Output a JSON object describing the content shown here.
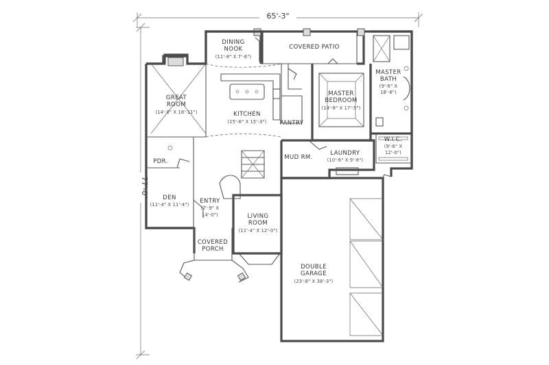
{
  "overall": {
    "width_dim": "65'-3\"",
    "depth_dim": "77'-0\""
  },
  "rooms": {
    "dining_nook": {
      "name1": "DINING",
      "name2": "NOOK",
      "dims": "(11'-8\" X 7'-6\")"
    },
    "covered_patio": {
      "name": "COVERED PATIO"
    },
    "great_room": {
      "name1": "GREAT",
      "name2": "ROOM",
      "dims": "(14'-0\" X 18'-11\")"
    },
    "kitchen": {
      "name": "KITCHEN",
      "dims": "(15'-6\" X 15'-3\")"
    },
    "master_bedroom": {
      "name1": "MASTER",
      "name2": "BEDROOM",
      "dims": "(14'-8\" X 17'-5\")"
    },
    "master_bath": {
      "name1": "MASTER",
      "name2": "BATH",
      "dims1": "(9'-6\" X",
      "dims2": "18'-6\")"
    },
    "pantry": {
      "name": "PANTRY"
    },
    "wic": {
      "name": "W.I.C.",
      "dims1": "(9'-6\" X",
      "dims2": "12'-0\")"
    },
    "laundry": {
      "name": "LAUNDRY",
      "dims": "(10'-6\" X 9'-8\")"
    },
    "mud_rm": {
      "name": "MUD RM."
    },
    "pdr": {
      "name": "PDR."
    },
    "den": {
      "name": "DEN",
      "dims": "(11'-4\" X 11'-4\")"
    },
    "entry": {
      "name": "ENTRY",
      "dims1": "(7'-9\" X",
      "dims2": "14'-0\")"
    },
    "living_room": {
      "name1": "LIVING",
      "name2": "ROOM",
      "dims": "(11'-4\" X 12'-0\")"
    },
    "covered_porch": {
      "name1": "COVERED",
      "name2": "PORCH"
    },
    "double_garage": {
      "name1": "DOUBLE",
      "name2": "GARAGE",
      "dims": "(23'-8\" X 38'-3\")"
    }
  }
}
